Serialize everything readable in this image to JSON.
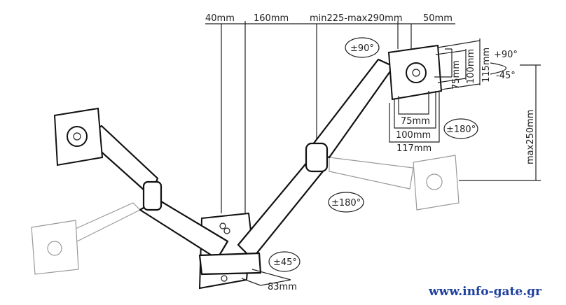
{
  "dimensions": {
    "top": [
      "40mm",
      "160mm",
      "min225-max290mm",
      "50mm"
    ],
    "vesa_vertical": [
      "115mm",
      "100mm",
      "75mm"
    ],
    "vesa_horizontal": [
      "75mm",
      "100mm",
      "117mm"
    ],
    "tilt_up": "+90°",
    "tilt_down": "-45°",
    "height": "max250mm",
    "clamp_depth": "83mm"
  },
  "rotations": {
    "rotate": "±90°",
    "swivel_plate": "±180°",
    "swivel_arm": "±180°",
    "swivel_base": "±45°"
  },
  "watermark": "www.info-gate.gr",
  "colors": {
    "watermark": "#1d3f9e",
    "line": "#111111"
  }
}
